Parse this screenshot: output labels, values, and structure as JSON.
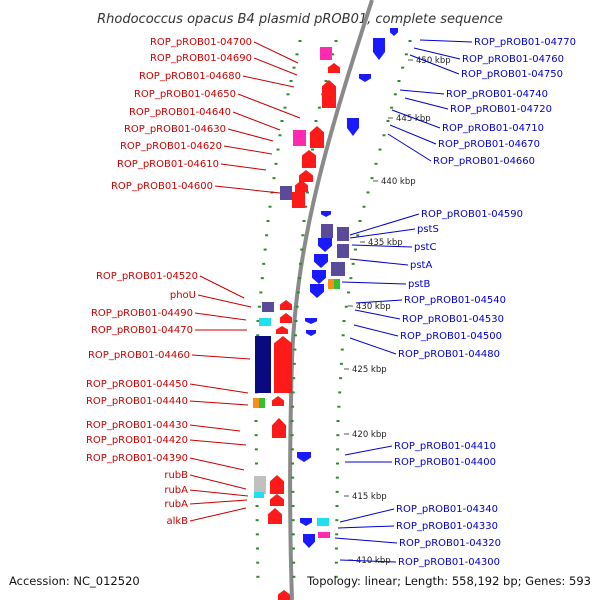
{
  "title": "Rhodococcus opacus B4 plasmid pROB01, complete sequence",
  "footer": {
    "accession": "Accession: NC_012520",
    "summary": "Topology: linear; Length: 558,192 bp; Genes: 593"
  },
  "colors": {
    "backbone": "#8a8a8a",
    "forward_gene": "#ff1a1a",
    "reverse_gene": "#1a1aff",
    "forward_label": "#cc0000",
    "reverse_label": "#0000cc",
    "dots": "#2e8b2e",
    "navy": "#0a0a80",
    "purple": "#5a4a9a",
    "magenta": "#ff2ab0",
    "cyan": "#20e0f0",
    "orange": "#ff8c1a",
    "lightgray": "#c0c0c0"
  },
  "ticks": [
    "450 kbp",
    "445 kbp",
    "440 kbp",
    "435 kbp",
    "430 kbp",
    "425 kbp",
    "420 kbp",
    "415 kbp",
    "410 kbp"
  ],
  "left_labels": [
    "ROP_pROB01-04700",
    "ROP_pROB01-04690",
    "ROP_pROB01-04680",
    "ROP_pROB01-04650",
    "ROP_pROB01-04640",
    "ROP_pROB01-04630",
    "ROP_pROB01-04620",
    "ROP_pROB01-04610",
    "ROP_pROB01-04600",
    "ROP_pROB01-04520",
    "phoU",
    "ROP_pROB01-04490",
    "ROP_pROB01-04470",
    "ROP_pROB01-04460",
    "ROP_pROB01-04450",
    "ROP_pROB01-04440",
    "ROP_pROB01-04430",
    "ROP_pROB01-04420",
    "ROP_pROB01-04390",
    "rubB",
    "rubA",
    "rubA",
    "alkB"
  ],
  "right_labels": [
    "ROP_pROB01-04770",
    "ROP_pROB01-04760",
    "ROP_pROB01-04750",
    "ROP_pROB01-04740",
    "ROP_pROB01-04720",
    "ROP_pROB01-04710",
    "ROP_pROB01-04670",
    "ROP_pROB01-04660",
    "ROP_pROB01-04590",
    "pstS",
    "pstC",
    "pstA",
    "pstB",
    "ROP_pROB01-04540",
    "ROP_pROB01-04530",
    "ROP_pROB01-04500",
    "ROP_pROB01-04480",
    "ROP_pROB01-04410",
    "ROP_pROB01-04400",
    "ROP_pROB01-04340",
    "ROP_pROB01-04330",
    "ROP_pROB01-04320",
    "ROP_pROB01-04300"
  ]
}
